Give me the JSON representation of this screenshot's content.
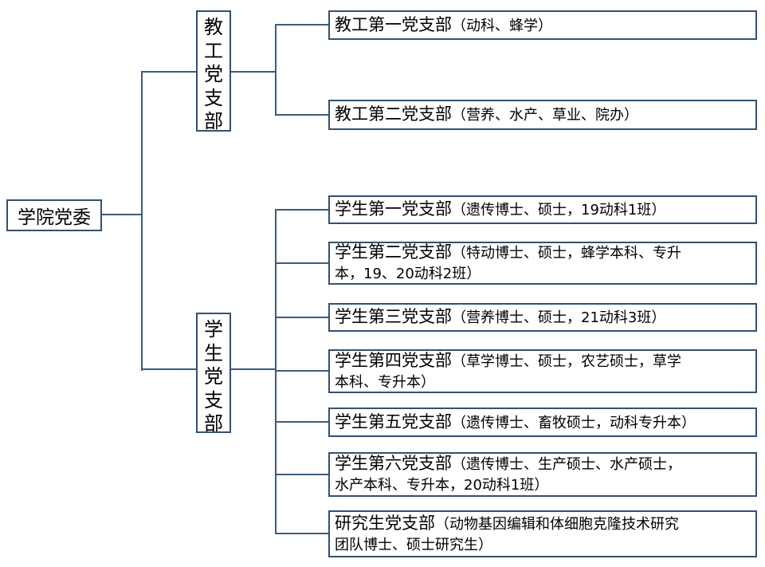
{
  "colors": {
    "page_background": "#FFFFFF",
    "box_border": "#35506E",
    "connector_line": "#3E5C7D",
    "text": "#000000"
  },
  "diagram": {
    "type": "org-chart",
    "root": {
      "label": "学院党委"
    },
    "branches": [
      {
        "label": "教工党支部",
        "orientation": "vertical"
      },
      {
        "label": "学生党支部",
        "orientation": "vertical"
      }
    ],
    "leaves": [
      {
        "title": "教工第一党支部",
        "detail_line1": "（动科、蜂学）",
        "line2": ""
      },
      {
        "title": "教工第二党支部",
        "detail_line1": "（营养、水产、草业、院办）",
        "line2": ""
      },
      {
        "title": "学生第一党支部",
        "detail_line1": "（遗传博士、硕士，19动科1班）",
        "line2": ""
      },
      {
        "title": "学生第二党支部",
        "detail_line1": "（特动博士、硕士，蜂学本科、专升",
        "line2": "本，19、20动科2班）"
      },
      {
        "title": "学生第三党支部",
        "detail_line1": "（营养博士、硕士，21动科3班）",
        "line2": ""
      },
      {
        "title": "学生第四党支部",
        "detail_line1": "（草学博士、硕士，农艺硕士，草学",
        "line2": "本科、专升本）"
      },
      {
        "title": "学生第五党支部",
        "detail_line1": "（遗传博士、畜牧硕士，动科专升本）",
        "line2": ""
      },
      {
        "title": "学生第六党支部",
        "detail_line1": "（遗传博士、生产硕士、水产硕士，",
        "line2": "水产本科、专升本，20动科1班）"
      },
      {
        "title": "研究生党支部",
        "detail_line1": "（动物基因编辑和体细胞克隆技术研究",
        "line2": "团队博士、硕士研究生）"
      }
    ]
  }
}
